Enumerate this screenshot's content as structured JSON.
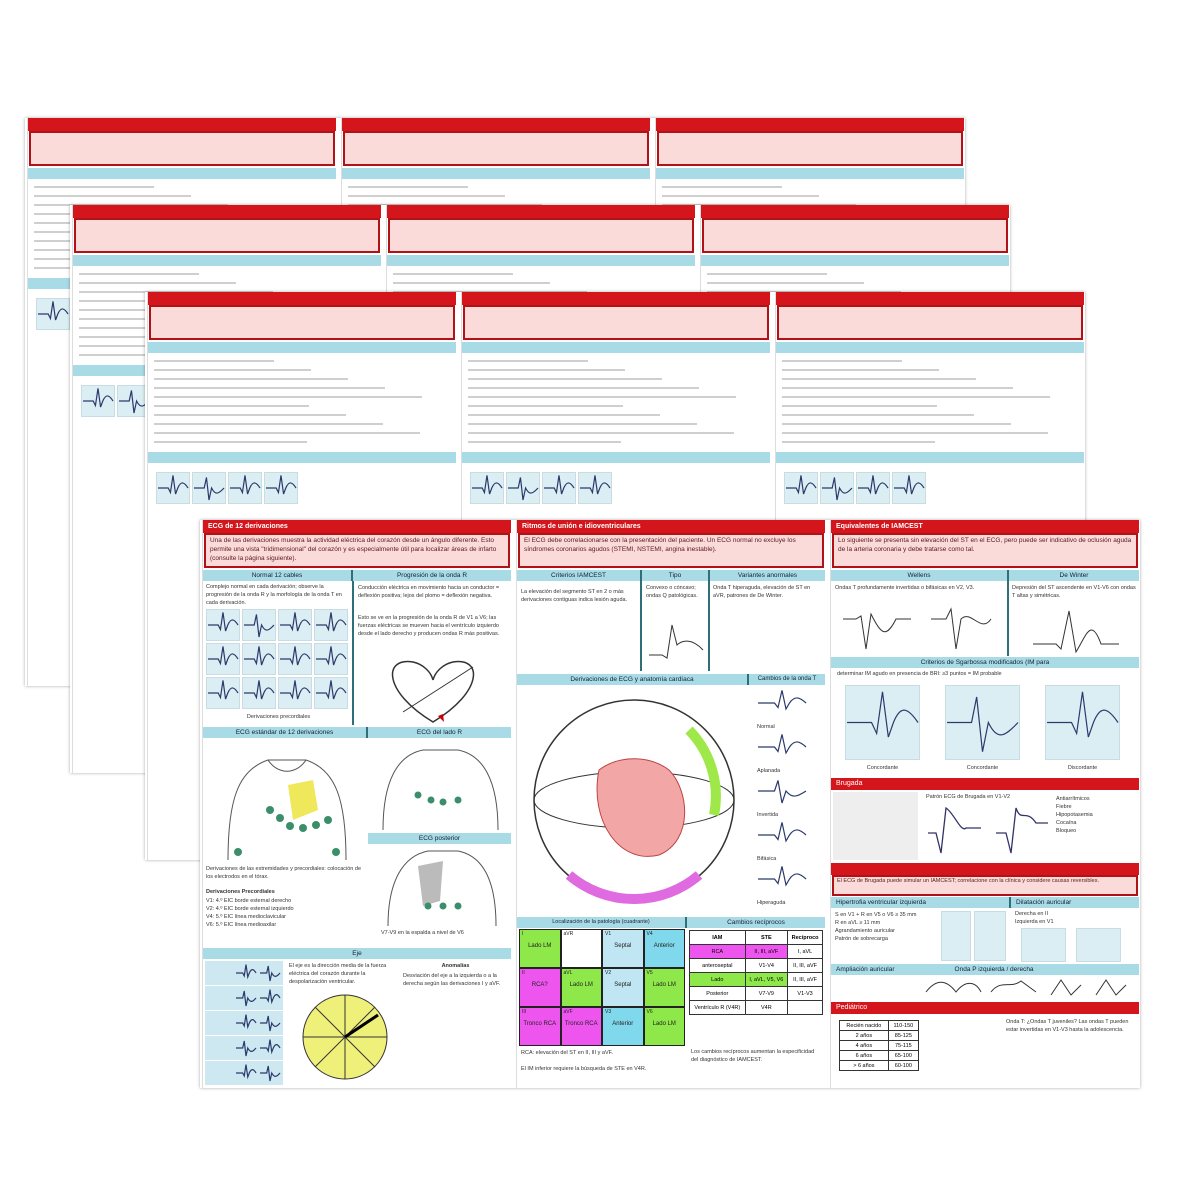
{
  "colors": {
    "header_red": "#d4161c",
    "desc_pink": "#fbdada",
    "section_blue": "#a9dbe6",
    "lead_green": "#8ee84a",
    "lead_magenta": "#ee55ee",
    "lead_cyan": "#7fd8ec",
    "axis_yellow": "#eef07a"
  },
  "panel_a": {
    "title": "ECG de 12 derivaciones",
    "desc": "Una de las derivaciones muestra la actividad eléctrica del corazón desde un ángulo diferente. Esto permite una vista \"tridimensional\" del corazón y es especialmente útil para localizar áreas de infarto (consulte la página siguiente).",
    "normal_header": "Normal 12 cables",
    "normal_text": "Complejo normal en cada derivación; observe la progresión de la onda R y la morfología de la onda T en cada derivación.",
    "r_prog_header": "Progresión de la onda R",
    "r_prog_text1": "Conducción eléctrica en movimiento hacia un conductor = deflexión positiva; lejos del plomo = deflexión negativa.",
    "r_prog_text2": "Esto se ve en la progresión de la onda R de V1 a V6; las fuerzas eléctricas se mueven hacia el ventrículo izquierdo desde el lado derecho y producen ondas R más positivas.",
    "lead_caption": "Derivaciones precordiales",
    "standard_header": "ECG estándar de 12 derivaciones",
    "right_header": "ECG del lado R",
    "posterior_header": "ECG posterior",
    "limb_text": "Derivaciones de las extremidades y precordiales: colocación de los electrodos en el tórax.",
    "precordial_title": "Derivaciones Precordiales",
    "precordial_lines": [
      "V1: 4.º EIC borde esternal derecho",
      "V2: 4.º EIC borde esternal izquierdo",
      "V4: 5.º EIC línea medioclavicular",
      "V6: 5.º EIC línea medioaxilar"
    ],
    "posterior_text": "V7-V9 en la espalda a nivel de V6",
    "axis_header": "Eje",
    "axis_text": "El eje es la dirección media de la fuerza eléctrica del corazón durante la despolarización ventricular.",
    "axis_side_title": "Anomalías",
    "axis_side_text": "Desviación del eje a la izquierda o a la derecha según las derivaciones I y aVF."
  },
  "panel_b": {
    "title": "Ritmos de unión e idioventriculares",
    "desc": "El ECG debe correlacionarse con la presentación del paciente. Un ECG normal no excluye los síndromes coronarios agudos (STEMI, NSTEMI, angina inestable).",
    "col_headers": [
      "Criterios IAMCEST",
      "Tipo",
      "Variantes anormales"
    ],
    "criteria_text": "La elevación del segmento ST en 2 o más derivaciones contiguas indica lesión aguda.",
    "tipo_text": "Convexo o cóncavo; ondas Q patológicas.",
    "variantes_text": "Onda T hiperaguda, elevación de ST en aVR, patrones de De Winter.",
    "anatomy_header": "Derivaciones de ECG y anatomía cardíaca",
    "t_wave_header": "Cambios de la onda T",
    "t_wave_items": [
      "Normal",
      "Aplanada",
      "Invertida",
      "Bifásica",
      "Hiperaguda"
    ],
    "loc_header": "Localización de la patología (cuadrante)",
    "loc_cells": [
      {
        "lead": "I",
        "label": "Lado LM"
      },
      {
        "lead": "aVR",
        "label": ""
      },
      {
        "lead": "V1",
        "label": "Septal"
      },
      {
        "lead": "V4",
        "label": "Anterior"
      },
      {
        "lead": "II",
        "label": "RCA?"
      },
      {
        "lead": "aVL",
        "label": "Lado LM"
      },
      {
        "lead": "V2",
        "label": "Septal"
      },
      {
        "lead": "V5",
        "label": "Lado LM"
      },
      {
        "lead": "III",
        "label": "Tronco RCA"
      },
      {
        "lead": "aVF",
        "label": "Tronco RCA"
      },
      {
        "lead": "V3",
        "label": "Anterior"
      },
      {
        "lead": "V6",
        "label": "Lado LM"
      }
    ],
    "loc_note": "RCA: elevación del ST en II, III y aVF.",
    "loc_note2": "El IM inferior requiere la búsqueda de STE en V4R.",
    "recip_header": "Cambios recíprocos",
    "recip_cols": [
      "IAM",
      "STE",
      "Recíproco"
    ],
    "recip_rows": [
      [
        "RCA",
        "II, III, aVF",
        "I, aVL"
      ],
      [
        "anteroseptal",
        "V1-V4",
        "II, III, aVF"
      ],
      [
        "Lado",
        "I, aVL, V5, V6",
        "II, III, aVF"
      ],
      [
        "Posterior",
        "V7-V9",
        "V1-V3"
      ],
      [
        "Ventrículo R (V4R)",
        "V4R",
        ""
      ]
    ],
    "recip_note": "Los cambios recíprocos aumentan la especificidad del diagnóstico de IAMCEST."
  },
  "panel_c": {
    "title": "Equivalentes de IAMCEST",
    "desc": "Lo siguiente se presenta sin elevación del ST en el ECG, pero puede ser indicativo de oclusión aguda de la arteria coronaria y debe tratarse como tal.",
    "col_headers": [
      "Wellens",
      "De Winter"
    ],
    "wellens_text": "Ondas T profundamente invertidas o bifásicas en V2, V3.",
    "dewinter_text": "Depresión del ST ascendente en V1-V6 con ondas T altas y simétricas.",
    "sgarbossa_header": "Criterios de Sgarbossa modificados (IM para",
    "sgarbossa_text": "determinar IM agudo en presencia de BRI: ≥3 puntos = IM probable",
    "sgarbossa_labels": [
      "Concordante",
      "Concordante",
      "Discordante"
    ],
    "brugada_header": "Brugada",
    "brugada_text": "Patrón ECG de Brugada en V1-V2",
    "brugada_list": [
      "Antiarrítmicos",
      "Fiebre",
      "Hipopotasemia",
      "Cocaína",
      "Bloqueo"
    ],
    "alert_text": "El ECG de Brugada puede simular un IAMCEST; correlacione con la clínica y considere causas reversibles.",
    "lvh_header": "Hipertrofia ventricular izquierda",
    "lvh_items": [
      "S en V1 + R en V5 o V6 ≥ 35 mm",
      "R en aVL ≥ 11 mm",
      "Agrandamiento auricular",
      "Patrón de sobrecarga"
    ],
    "atrial_header": "Dilatación auricular",
    "atrial_items": [
      "Derecha en II",
      "Izquierda en V1"
    ],
    "amp_header": "Ampliación auricular",
    "amp_sub": "Onda P izquierda / derecha",
    "peds_header": "Pediátrico",
    "peds_table": [
      [
        "Recién nacido",
        "110-150"
      ],
      [
        "2 años",
        "85-125"
      ],
      [
        "4 años",
        "75-115"
      ],
      [
        "6 años",
        "65-100"
      ],
      [
        "> 6 años",
        "60-100"
      ]
    ],
    "peds_text": "Onda T: ¿Ondas T juveniles? Las ondas T pueden estar invertidas en V1-V3 hasta la adolescencia."
  }
}
